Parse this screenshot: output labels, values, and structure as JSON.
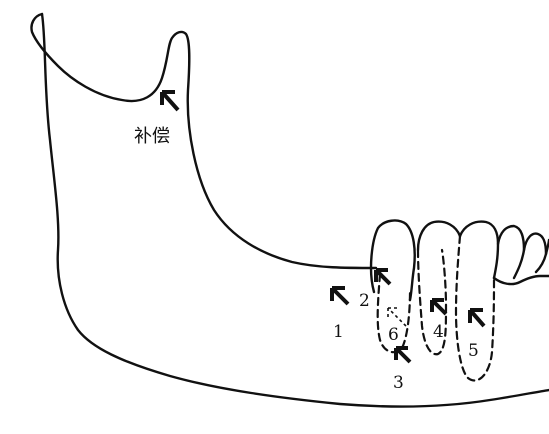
{
  "labels": {
    "compensation": "补偿",
    "n1": "1",
    "n2": "2",
    "n3": "3",
    "n4": "4",
    "n5": "5",
    "n6": "6"
  },
  "colors": {
    "ink": "#111111",
    "background": "#ffffff"
  },
  "icons": [
    "arrow-icon"
  ]
}
